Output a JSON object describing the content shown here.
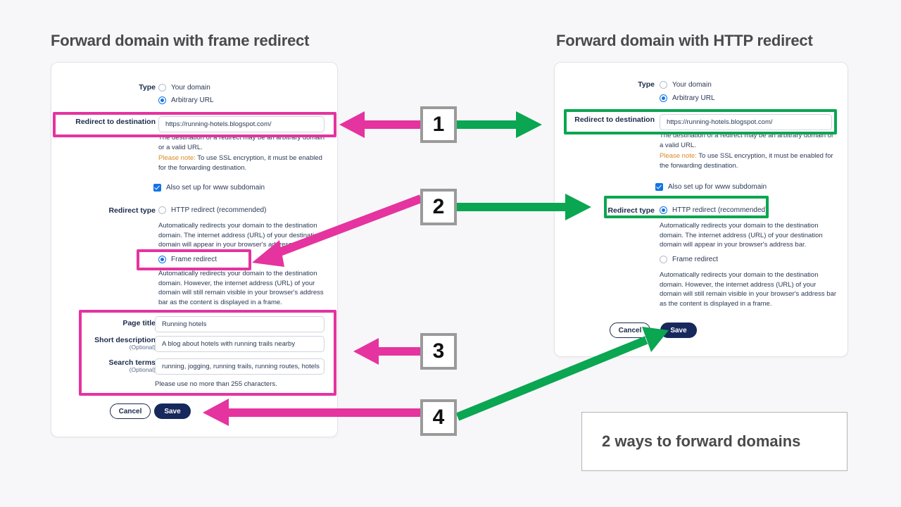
{
  "headings": {
    "left": "Forward domain with frame redirect",
    "right": "Forward domain with HTTP redirect"
  },
  "caption": {
    "text": "2 ways to forward domains"
  },
  "steps": [
    {
      "number": "1"
    },
    {
      "number": "2"
    },
    {
      "number": "3"
    },
    {
      "number": "4"
    }
  ],
  "colors": {
    "pink": "#e5339f",
    "green": "#0aa651",
    "step_border": "#9a9a9a",
    "accent_blue": "#1273e6",
    "save_navy": "#17285c",
    "note_orange": "#d98a22",
    "heading_gray": "#4a4a4a",
    "page_bg": "#f7f7f9"
  },
  "form_left": {
    "type_label": "Type",
    "type_options": [
      {
        "label": "Your domain",
        "selected": false
      },
      {
        "label": "Arbitrary URL",
        "selected": true
      }
    ],
    "destination_label": "Redirect to destination",
    "destination_value": "https://running-hotels.blogspot.com/",
    "destination_help": "The destination of a redirect may be an arbitrary domain or a valid URL.",
    "note_prefix": "Please note:",
    "note_text": " To use SSL encryption, it must be enabled for the forwarding destination.",
    "www_checkbox_label": "Also set up for www subdomain",
    "www_checkbox_checked": true,
    "redirect_type_label": "Redirect type",
    "redirect_options": [
      {
        "label": "HTTP redirect (recommended)",
        "selected": false,
        "description": "Automatically redirects your domain to the destination domain. The internet address (URL) of your destination domain will appear in your browser's address bar."
      },
      {
        "label": "Frame redirect",
        "selected": true,
        "description": "Automatically redirects your domain to the destination domain. However, the internet address (URL) of your domain will still remain visible in your browser's address bar as the content is displayed in a frame."
      }
    ],
    "page_title_label": "Page title",
    "page_title_value": "Running hotels",
    "short_description_label": "Short description",
    "short_description_sub": "(Optional)",
    "short_description_value": "A blog about hotels with running trails nearby",
    "search_terms_label": "Search terms",
    "search_terms_sub": "(Optional)",
    "search_terms_value": "running, jogging, running trails, running routes, hotels",
    "char_limit_note": "Please use no more than 255 characters.",
    "cancel_label": "Cancel",
    "save_label": "Save"
  },
  "form_right": {
    "type_label": "Type",
    "type_options": [
      {
        "label": "Your domain",
        "selected": false
      },
      {
        "label": "Arbitrary URL",
        "selected": true
      }
    ],
    "destination_label": "Redirect to destination",
    "destination_value": "https://running-hotels.blogspot.com/",
    "destination_help": "The destination of a redirect may be an arbitrary domain or a valid URL.",
    "note_prefix": "Please note:",
    "note_text": " To use SSL encryption, it must be enabled for the forwarding destination.",
    "www_checkbox_label": "Also set up for www subdomain",
    "www_checkbox_checked": true,
    "redirect_type_label": "Redirect type",
    "redirect_options": [
      {
        "label": "HTTP redirect (recommended)",
        "selected": true,
        "description": "Automatically redirects your domain to the destination domain. The internet address (URL) of your destination domain will appear in your browser's address bar."
      },
      {
        "label": "Frame redirect",
        "selected": false,
        "description": "Automatically redirects your domain to the destination domain. However, the internet address (URL) of your domain will still remain visible in your browser's address bar as the content is displayed in a frame."
      }
    ],
    "cancel_label": "Cancel",
    "save_label": "Save"
  }
}
